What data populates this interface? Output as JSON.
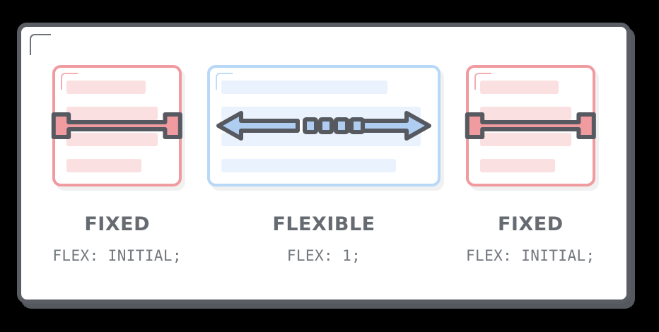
{
  "illustration": {
    "title": "CSS Flexbox fixed and flexible columns diagram",
    "outer_corner_icon": "corner-bracket-icon"
  },
  "colors": {
    "outer_border": "#5a5d63",
    "canvas": "#000000",
    "card_background": "#ffffff",
    "fixed_border": "#f09ba0",
    "fixed_line": "#fbe0e2",
    "flexible_border": "#b7d8f7",
    "flexible_line": "#eaf3fd",
    "ibeam_stroke": "#56595f",
    "ibeam_fill": "#f09ba0",
    "arrow_stroke": "#56595f",
    "arrow_fill": "#aecdf0",
    "caption_title": "#666a71",
    "caption_code": "#73777e"
  },
  "columns": [
    {
      "key": "left-fixed",
      "title": "FIXED",
      "code": "FLEX: INITIAL;",
      "kind": "fixed",
      "indicator": "i-beam-width-icon",
      "lines": [
        76,
        88,
        88,
        72
      ]
    },
    {
      "key": "center-flexible",
      "title": "FLEXIBLE",
      "code": "FLEX: 1;",
      "kind": "flexible",
      "indicator": "double-arrow-horizontal-icon",
      "lines": [
        80,
        96,
        96,
        84
      ],
      "handle_count": 4
    },
    {
      "key": "right-fixed",
      "title": "FIXED",
      "code": "FLEX: INITIAL;",
      "kind": "fixed",
      "indicator": "i-beam-width-icon",
      "lines": [
        76,
        88,
        88,
        72
      ]
    }
  ]
}
